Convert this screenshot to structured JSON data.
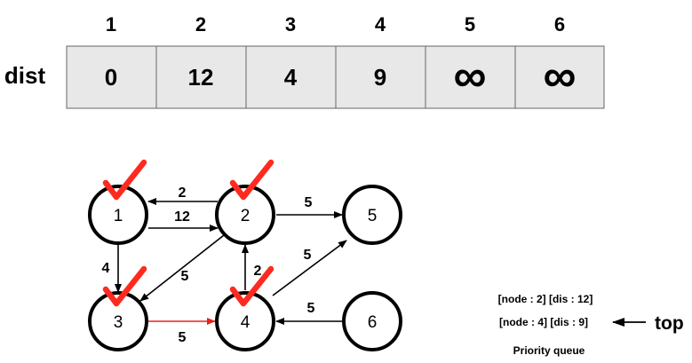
{
  "dist_table": {
    "row_label": "dist",
    "headers": [
      "1",
      "2",
      "3",
      "4",
      "5",
      "6"
    ],
    "values": [
      "0",
      "12",
      "4",
      "9",
      "∞",
      "∞"
    ],
    "cell_color": "#e8e8e8"
  },
  "graph": {
    "nodes": [
      {
        "id": "1",
        "label": "1",
        "visited": true
      },
      {
        "id": "2",
        "label": "2",
        "visited": true
      },
      {
        "id": "5",
        "label": "5",
        "visited": false
      },
      {
        "id": "3",
        "label": "3",
        "visited": true
      },
      {
        "id": "4",
        "label": "4",
        "visited": true
      },
      {
        "id": "6",
        "label": "6",
        "visited": false
      }
    ],
    "edges": [
      {
        "from": "2",
        "to": "1",
        "weight": "2"
      },
      {
        "from": "1",
        "to": "2",
        "weight": "12"
      },
      {
        "from": "2",
        "to": "5",
        "weight": "5"
      },
      {
        "from": "1",
        "to": "3",
        "weight": "4"
      },
      {
        "from": "2",
        "to": "3",
        "weight": "5"
      },
      {
        "from": "4",
        "to": "2",
        "weight": "2"
      },
      {
        "from": "4",
        "to": "5",
        "weight": "5"
      },
      {
        "from": "6",
        "to": "4",
        "weight": "5"
      },
      {
        "from": "3",
        "to": "4",
        "weight": "5",
        "highlight": true
      }
    ],
    "check_color": "#ff2a1f",
    "highlight_color": "#e8231c"
  },
  "priority_queue": {
    "items": [
      "[node : 2] [dis : 12]",
      "[node : 4] [dis : 9]"
    ],
    "caption": "Priority queue",
    "top_label": "top"
  }
}
